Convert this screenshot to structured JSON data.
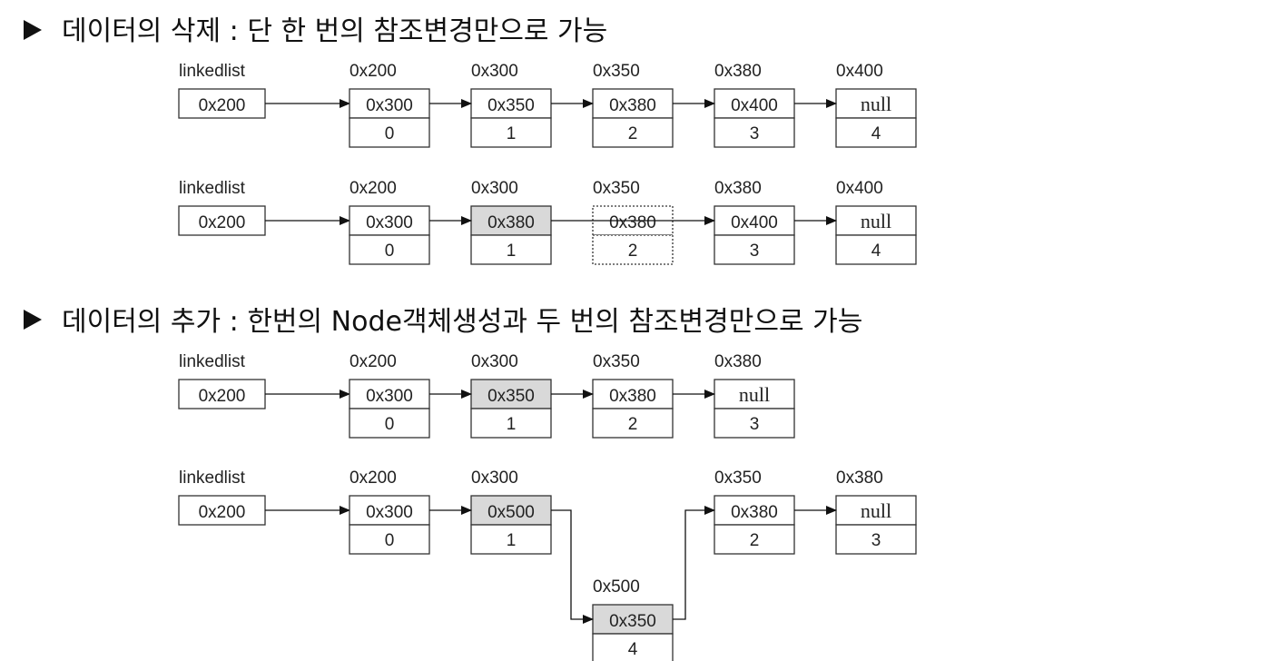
{
  "sections": [
    {
      "heading": "데이터의 삭제 : 단 한 번의 참조변경만으로 가능",
      "diagrams": [
        {
          "head_label": "linkedlist",
          "head_value": "0x200",
          "nodes": [
            {
              "address": "0x200",
              "next": "0x300",
              "data": "0"
            },
            {
              "address": "0x300",
              "next": "0x350",
              "data": "1"
            },
            {
              "address": "0x350",
              "next": "0x380",
              "data": "2"
            },
            {
              "address": "0x380",
              "next": "0x400",
              "data": "3"
            },
            {
              "address": "0x400",
              "next": "null",
              "data": "4"
            }
          ]
        },
        {
          "head_label": "linkedlist",
          "head_value": "0x200",
          "nodes": [
            {
              "address": "0x200",
              "next": "0x300",
              "data": "0"
            },
            {
              "address": "0x300",
              "next": "0x380",
              "data": "1",
              "state": "highlighted"
            },
            {
              "address": "0x350",
              "next": "0x380",
              "data": "2",
              "state": "removed"
            },
            {
              "address": "0x380",
              "next": "0x400",
              "data": "3"
            },
            {
              "address": "0x400",
              "next": "null",
              "data": "4"
            }
          ]
        }
      ]
    },
    {
      "heading": "데이터의 추가 : 한번의 Node객체생성과 두 번의 참조변경만으로 가능",
      "diagrams": [
        {
          "head_label": "linkedlist",
          "head_value": "0x200",
          "nodes": [
            {
              "address": "0x200",
              "next": "0x300",
              "data": "0"
            },
            {
              "address": "0x300",
              "next": "0x350",
              "data": "1",
              "state": "highlighted"
            },
            {
              "address": "0x350",
              "next": "0x380",
              "data": "2"
            },
            {
              "address": "0x380",
              "next": "null",
              "data": "3"
            }
          ]
        },
        {
          "head_label": "linkedlist",
          "head_value": "0x200",
          "nodes": [
            {
              "address": "0x200",
              "next": "0x300",
              "data": "0"
            },
            {
              "address": "0x300",
              "next": "0x500",
              "data": "1",
              "state": "highlighted"
            },
            {
              "address": "0x350",
              "next": "0x380",
              "data": "2"
            },
            {
              "address": "0x380",
              "next": "null",
              "data": "3"
            }
          ],
          "inserted_node": {
            "address": "0x500",
            "next": "0x350",
            "data": "4",
            "state": "highlighted"
          }
        }
      ]
    }
  ],
  "colors": {
    "highlight": "#d9d9d9",
    "stroke": "#333333",
    "text": "#222222"
  }
}
